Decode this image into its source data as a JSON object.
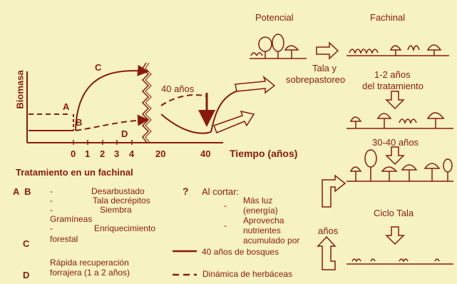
{
  "colors": {
    "background": "#f7f2c2",
    "ink": "#8a1a10"
  },
  "graph": {
    "ylabel": "Biomasa",
    "xlabel": "Tiempo (años)",
    "ticks": [
      "0",
      "1",
      "2",
      "3",
      "4",
      "20",
      "40"
    ],
    "curve_labels": [
      "A",
      "B",
      "C",
      "D"
    ],
    "annotation_40": "40 años",
    "caption": "Tratamiento en un fachinal"
  },
  "right": {
    "potencial": "Potencial",
    "fachinal": "Fachinal",
    "tala_line1": "Tala y",
    "tala_line2": "sobrepastoreo",
    "stage1_line1": "1-2 años",
    "stage1_line2": "del tratamiento",
    "stage2": "30-40 años",
    "cycle": "Ciclo Tala",
    "years": "años"
  },
  "legend": {
    "ab_label": "A  B",
    "ab_items": [
      "Desarbustado",
      "Tala decrépitos",
      "Siembra",
      "Gramíneas",
      "Enriquecimiento",
      "forestal"
    ],
    "c_label": "C",
    "d_label": "D",
    "d_text1": "Rápida recuperación",
    "d_text2": "forrajera  (1 a 2 años)",
    "q_mark": "?",
    "q_title": "Al cortar:",
    "q_items": [
      "Más luz",
      "(energía)",
      "Aprovecha",
      "nutrientes",
      "acumulado por"
    ],
    "solid_label": "40 años de bosques",
    "dashed_label": "Dinámica de herbáceas"
  }
}
